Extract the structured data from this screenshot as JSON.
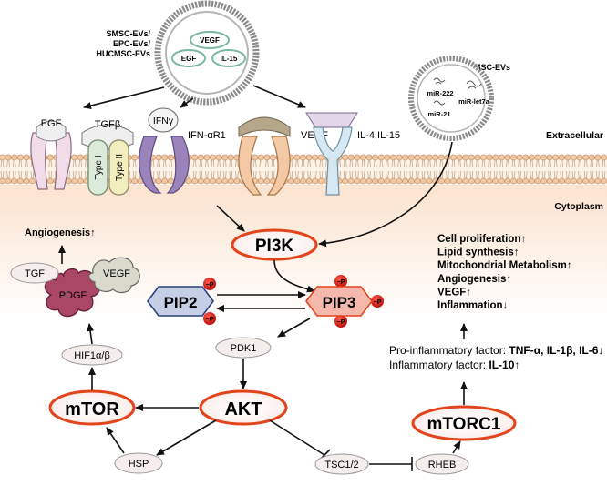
{
  "ev_sources": {
    "line1": "SMSC-EVs/",
    "line2": "EPC-EVs/",
    "line3": "HUCMSC-EVs"
  },
  "vesicle_cargo": {
    "vegf": "VEGF",
    "egf": "EGF",
    "il15": "IL-15"
  },
  "msc_evs": {
    "label": "MSC-EVs",
    "mir222": "miR-222",
    "mirlet7a": "miR-let7a",
    "mir21": "miR-21"
  },
  "receptors": {
    "egf": "EGF",
    "tgfb": "TGFβ",
    "type1": "Type I",
    "type2": "Type II",
    "ifng": "IFNγ",
    "ifnar1": "IFN-αR1",
    "vegf": "VEGF",
    "il4il15": "IL-4,IL-15"
  },
  "compartments": {
    "extracellular": "Extracellular",
    "cytoplasm": "Cytoplasm"
  },
  "nodes": {
    "pi3k": "PI3K",
    "pip2": "PIP2",
    "pip3": "PIP3",
    "phospho": "−P",
    "pdk1": "PDK1",
    "akt": "AKT",
    "mtor": "mTOR",
    "hif": "HIF1α/β",
    "hsp": "HSP",
    "tsc": "TSC1/2",
    "rheb": "RHEB",
    "mtorc1": "mTORC1",
    "tgf": "TGF",
    "vegf": "VEGF",
    "pdgf": "PDGF"
  },
  "outcomes": {
    "angiogenesis_left": "Angiogenesis↑",
    "list": [
      "Cell proliferation↑",
      "Lipid synthesis↑",
      "Mitochondrial Metabolism↑",
      "Angiogenesis↑",
      "VEGF↑",
      "Inflammation↓"
    ],
    "proinflam_prefix": "Pro-inflammatory factor: ",
    "proinflam_values": "TNF-α, IL-1β, IL-6↓",
    "inflam_prefix": "Inflammatory factor: ",
    "inflam_values": "IL-10↑"
  },
  "colors": {
    "red": "#e2441c",
    "pill_fill": "#f6eeec",
    "membrane_head": "#f1c8a3",
    "egf": "#f3dcea",
    "tgf": "#dcebd9",
    "ifn": "#9b84bb",
    "vegfr": "#f3c9a6",
    "il": "#d6e9f2",
    "pdgf": "#a94765",
    "pip2": "#c5cfe6",
    "pip3": "#f4b8ad"
  }
}
